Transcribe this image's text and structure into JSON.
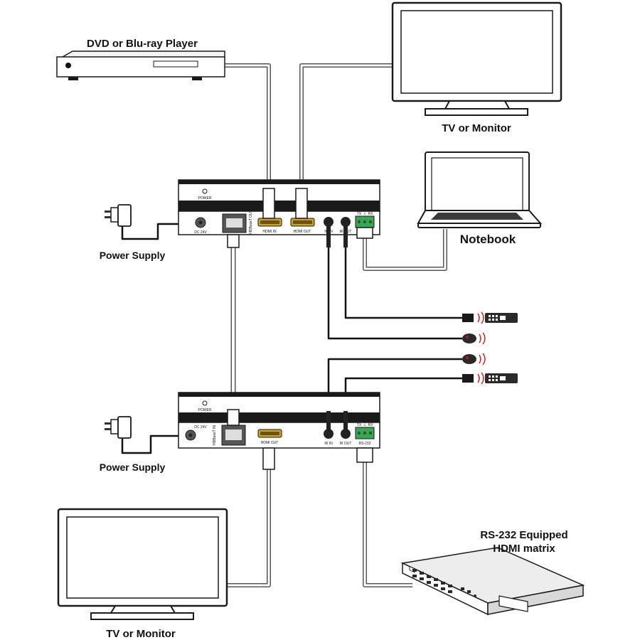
{
  "devices": {
    "dvd": "DVD or Blu-ray Player",
    "tv_top": "TV or Monitor",
    "notebook": "Notebook",
    "power_top": "Power Supply",
    "power_bottom": "Power Supply",
    "matrix_line1": "RS-232 Equipped",
    "matrix_line2": "HDMI matrix",
    "tv_bottom": "TV or Monitor"
  },
  "transmitter": {
    "power": "POWER",
    "dc": "DC 24V",
    "hdbaset": "HDBaseT OUT",
    "hdmi_in": "HDMI IN",
    "hdmi_out": "HDMI OUT",
    "ir_in": "IR IN",
    "ir_out": "IR OUT",
    "tx": "TX",
    "gnd": "⏚",
    "rx": "RX"
  },
  "receiver": {
    "power": "POWER",
    "dc": "DC 24V",
    "hdbaset": "HDBaseT IN",
    "hdmi_out": "HDMI OUT",
    "ir_in": "IR IN",
    "ir_out": "IR OUT",
    "tx": "TX",
    "gnd": "⏚",
    "rx": "RX",
    "rs232": "RS-232"
  },
  "colors": {
    "stroke": "#1a1a1a",
    "panel": "#2b2b2b",
    "hdmi_port": "#c9a227",
    "terminal": "#3aa655",
    "cable_outline": "#555555"
  }
}
